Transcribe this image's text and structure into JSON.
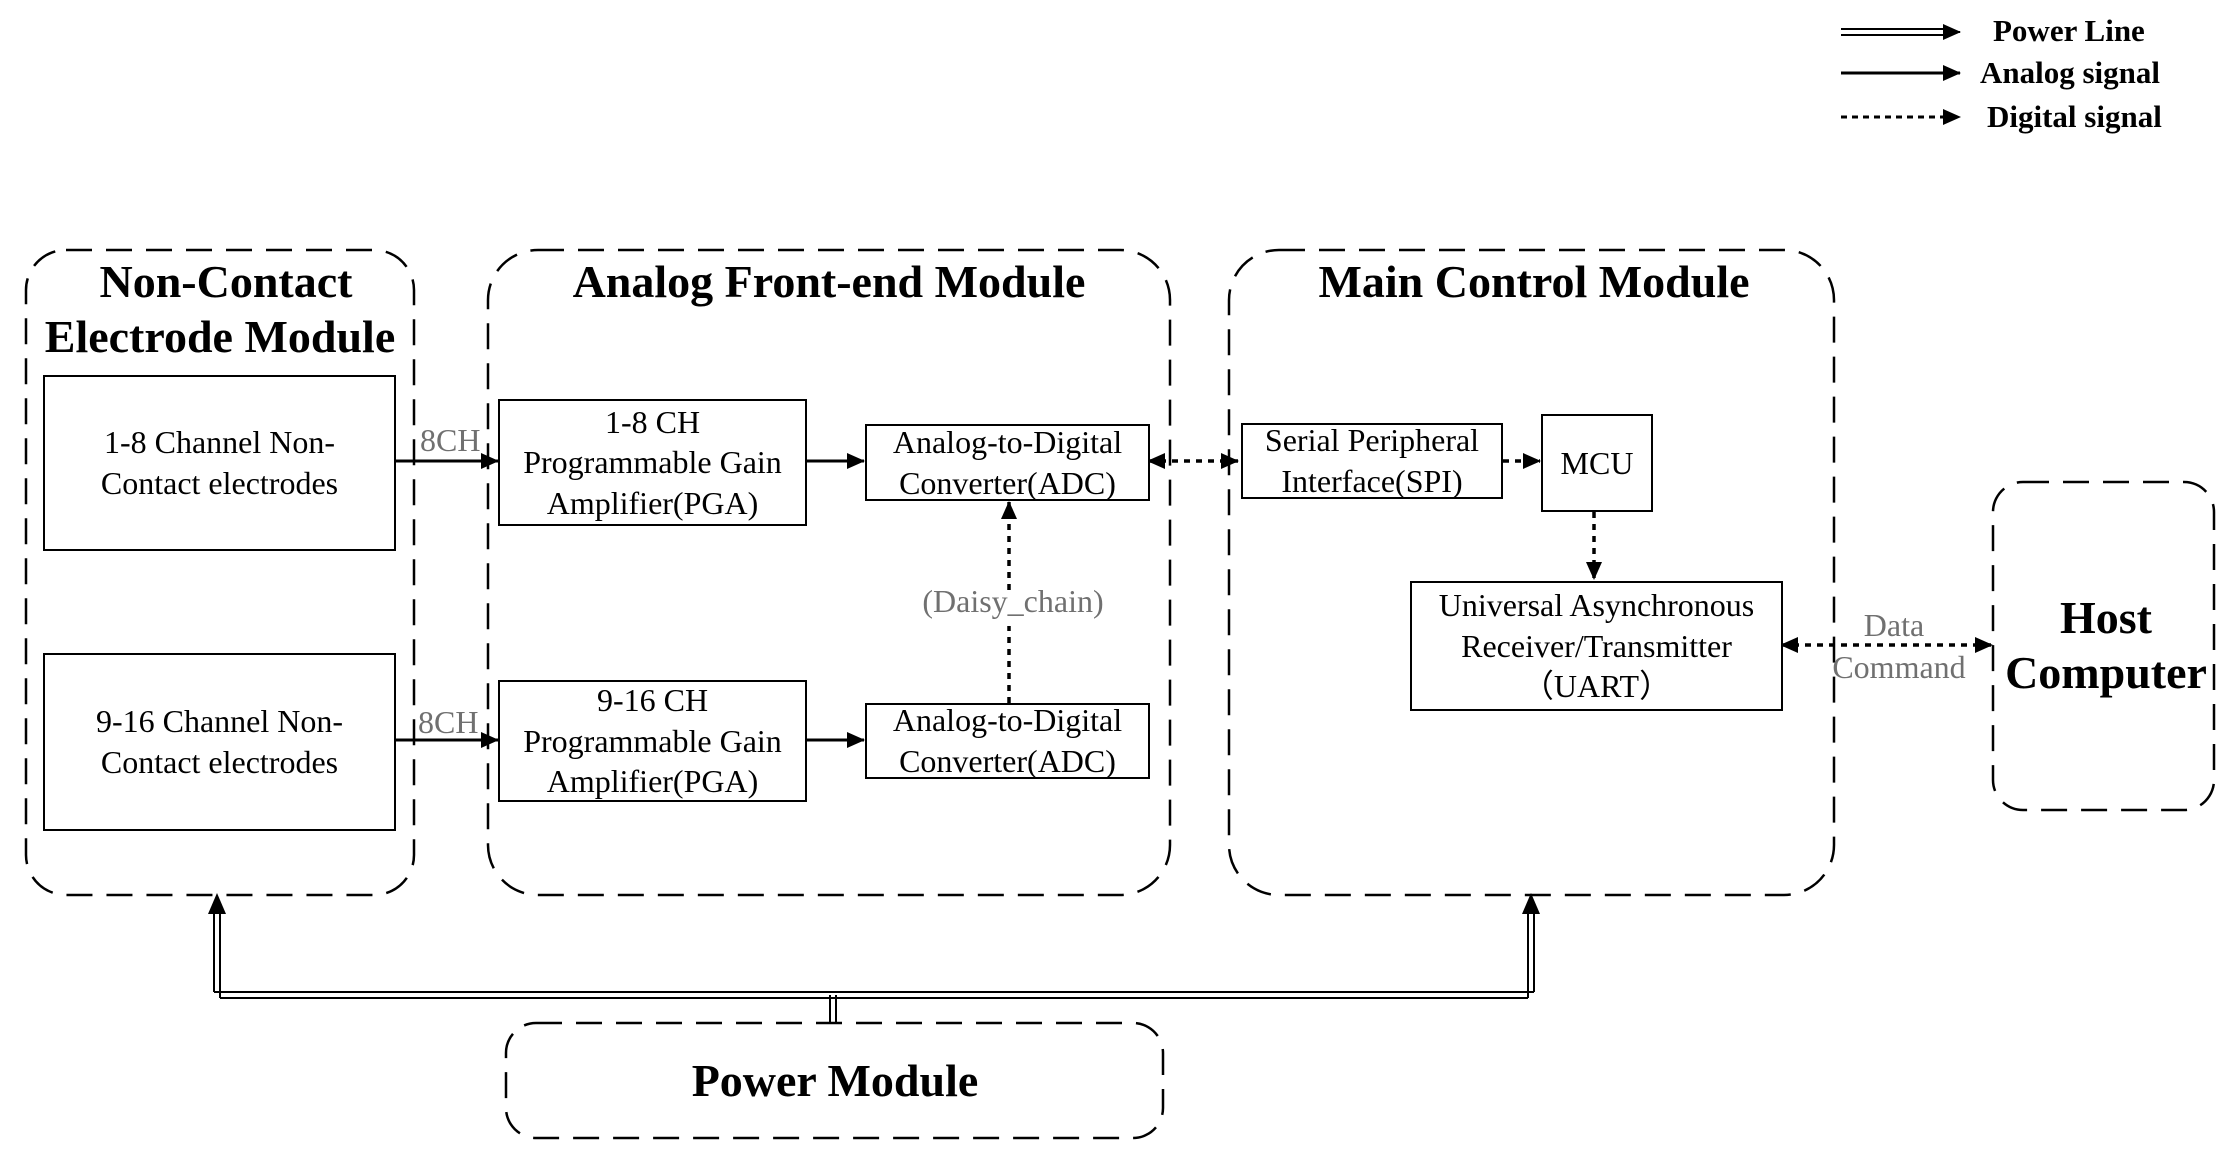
{
  "legend": {
    "power_line": "Power Line",
    "analog_signal": "Analog signal",
    "digital_signal": "Digital signal"
  },
  "modules": {
    "electrode": {
      "title_line1": "Non-Contact",
      "title_line2": "Electrode Module"
    },
    "afe": {
      "title": "Analog Front-end Module"
    },
    "main_control": {
      "title": "Main Control Module"
    },
    "host": {
      "line1": "Host",
      "line2": "Computer"
    },
    "power": {
      "title": "Power Module"
    }
  },
  "blocks": {
    "electrodes_1_8": {
      "line1": "1-8 Channel Non-",
      "line2": "Contact electrodes"
    },
    "electrodes_9_16": {
      "line1": "9-16 Channel Non-",
      "line2": "Contact electrodes"
    },
    "pga_1_8": {
      "line1": "1-8 CH",
      "line2": "Programmable Gain",
      "line3": "Amplifier(PGA)"
    },
    "pga_9_16": {
      "line1": "9-16 CH",
      "line2": "Programmable Gain",
      "line3": "Amplifier(PGA)"
    },
    "adc_top": {
      "line1": "Analog-to-Digital",
      "line2": "Converter(ADC)"
    },
    "adc_bottom": {
      "line1": "Analog-to-Digital",
      "line2": "Converter(ADC)"
    },
    "spi": {
      "line1": "Serial Peripheral",
      "line2": "Interface(SPI)"
    },
    "mcu": {
      "label": "MCU"
    },
    "uart": {
      "line1": "Universal Asynchronous",
      "line2": "Receiver/Transmitter",
      "line3": "（UART）"
    }
  },
  "labels": {
    "ch_top": "8CH",
    "ch_bottom": "8CH",
    "daisy_chain": "(Daisy_chain)",
    "data": "Data",
    "command": "Command"
  },
  "colors": {
    "line": "#000000",
    "annotation": "#707070"
  }
}
